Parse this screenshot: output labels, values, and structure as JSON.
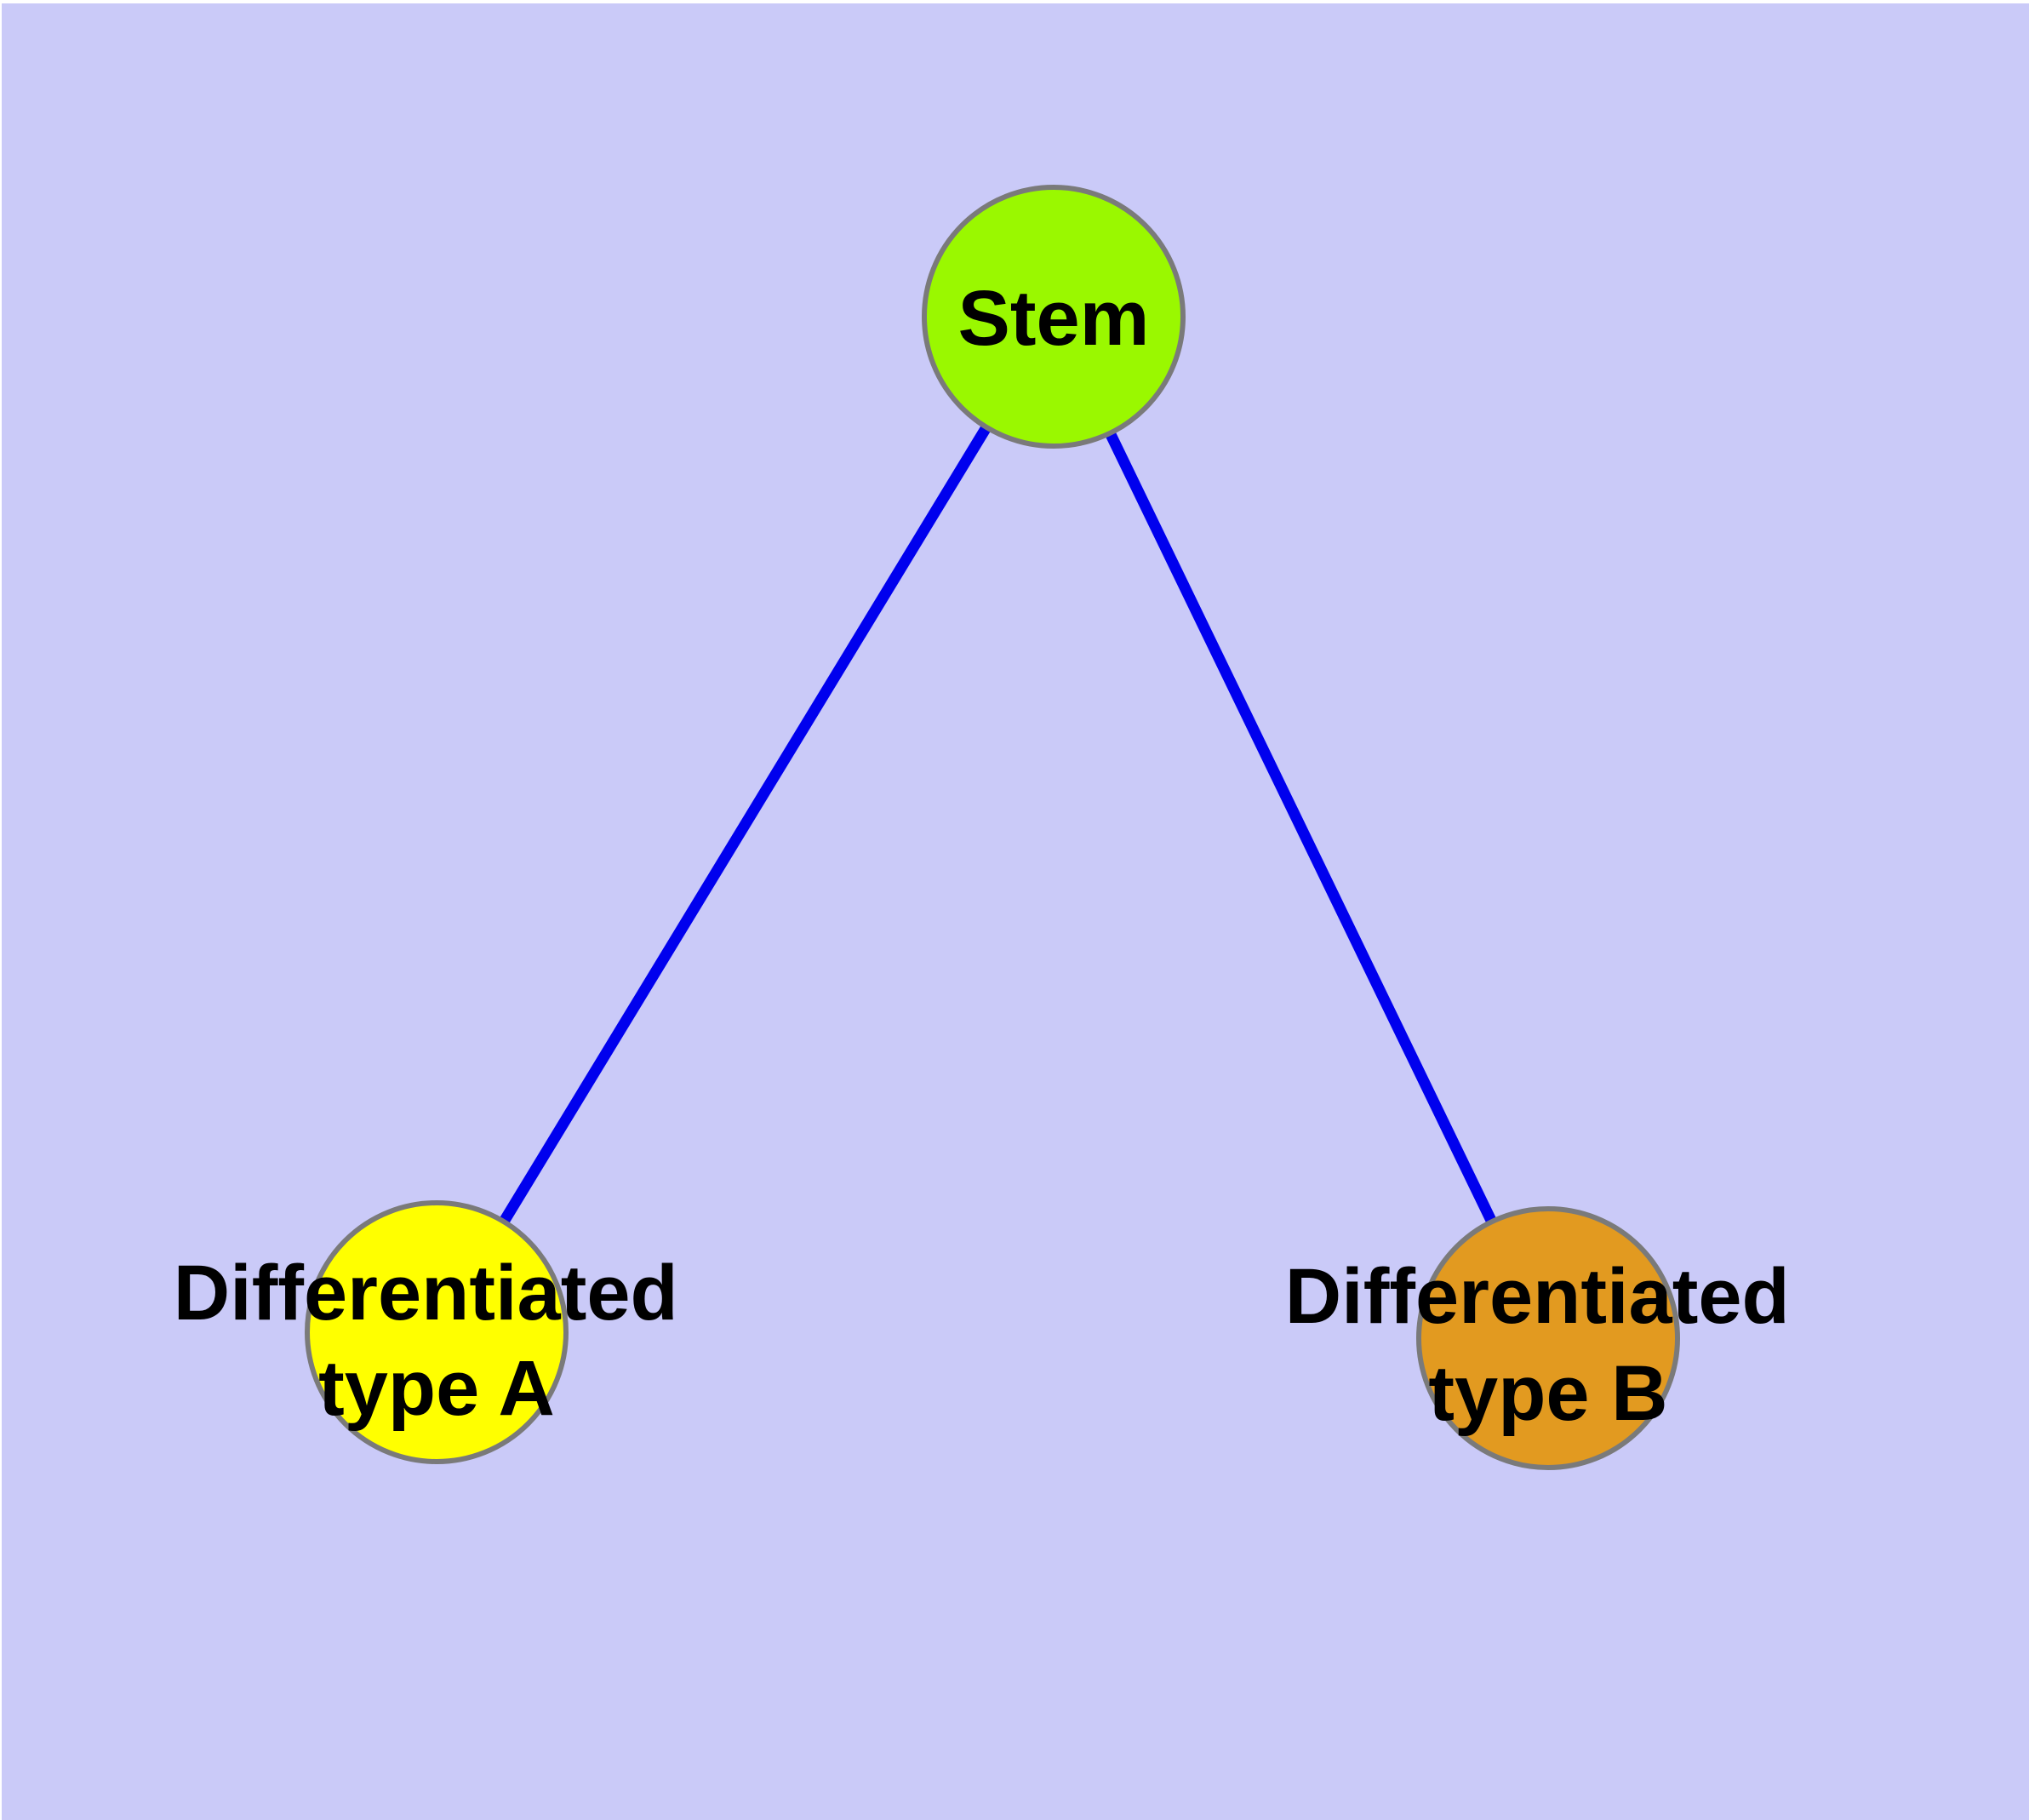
{
  "diagram": {
    "type": "graph",
    "background_color": "#cacaf8",
    "node_border_color": "#7a7a7a",
    "edge_color": "#0000ee",
    "label_color": "#000000",
    "nodes": [
      {
        "id": "stem",
        "label": "Stem",
        "color": "#9af800"
      },
      {
        "id": "differentiated-type-a",
        "label": "Differentiated type A",
        "label_line1": "Differentiated",
        "label_line2": "type A",
        "color": "#ffff00"
      },
      {
        "id": "differentiated-type-b",
        "label": "Differentiated type B",
        "label_line1": "Differentiated",
        "label_line2": "type B",
        "color": "#e29a20"
      }
    ],
    "edges": [
      {
        "from": "stem",
        "to": "differentiated-type-a"
      },
      {
        "from": "stem",
        "to": "differentiated-type-b"
      }
    ]
  }
}
